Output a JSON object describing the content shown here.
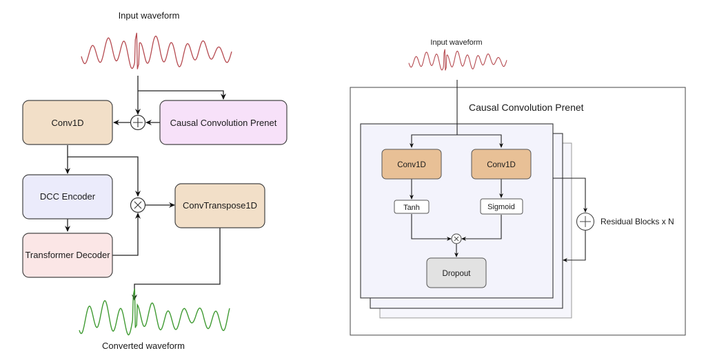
{
  "left_diagram": {
    "input_label": "Input waveform",
    "output_label": "Converted waveform",
    "blocks": {
      "conv1d": "Conv1D",
      "prenet": "Causal Convolution Prenet",
      "dcc_encoder": "DCC Encoder",
      "transformer_decoder": "Transformer Decoder",
      "conv_transpose": "ConvTranspose1D"
    },
    "ops": {
      "add": "+",
      "multiply": "×"
    }
  },
  "right_diagram": {
    "input_label": "Input waveform",
    "container_title": "Causal Convolution Prenet",
    "blocks": {
      "conv1d_left": "Conv1D",
      "conv1d_right": "Conv1D",
      "tanh": "Tanh",
      "sigmoid": "Sigmoid",
      "dropout": "Dropout"
    },
    "residual_label": "Residual Blocks x N"
  },
  "colors": {
    "conv": "#f2dfc8",
    "conv_right": "#e8c096",
    "prenet": "#f7e1f9",
    "encoder": "#ebebfb",
    "decoder": "#fbe6e6",
    "dropout": "#e2e2e2",
    "inner_panel": "#f4f4fc",
    "input_wave": "#b5494f",
    "output_wave": "#3f9a32"
  }
}
